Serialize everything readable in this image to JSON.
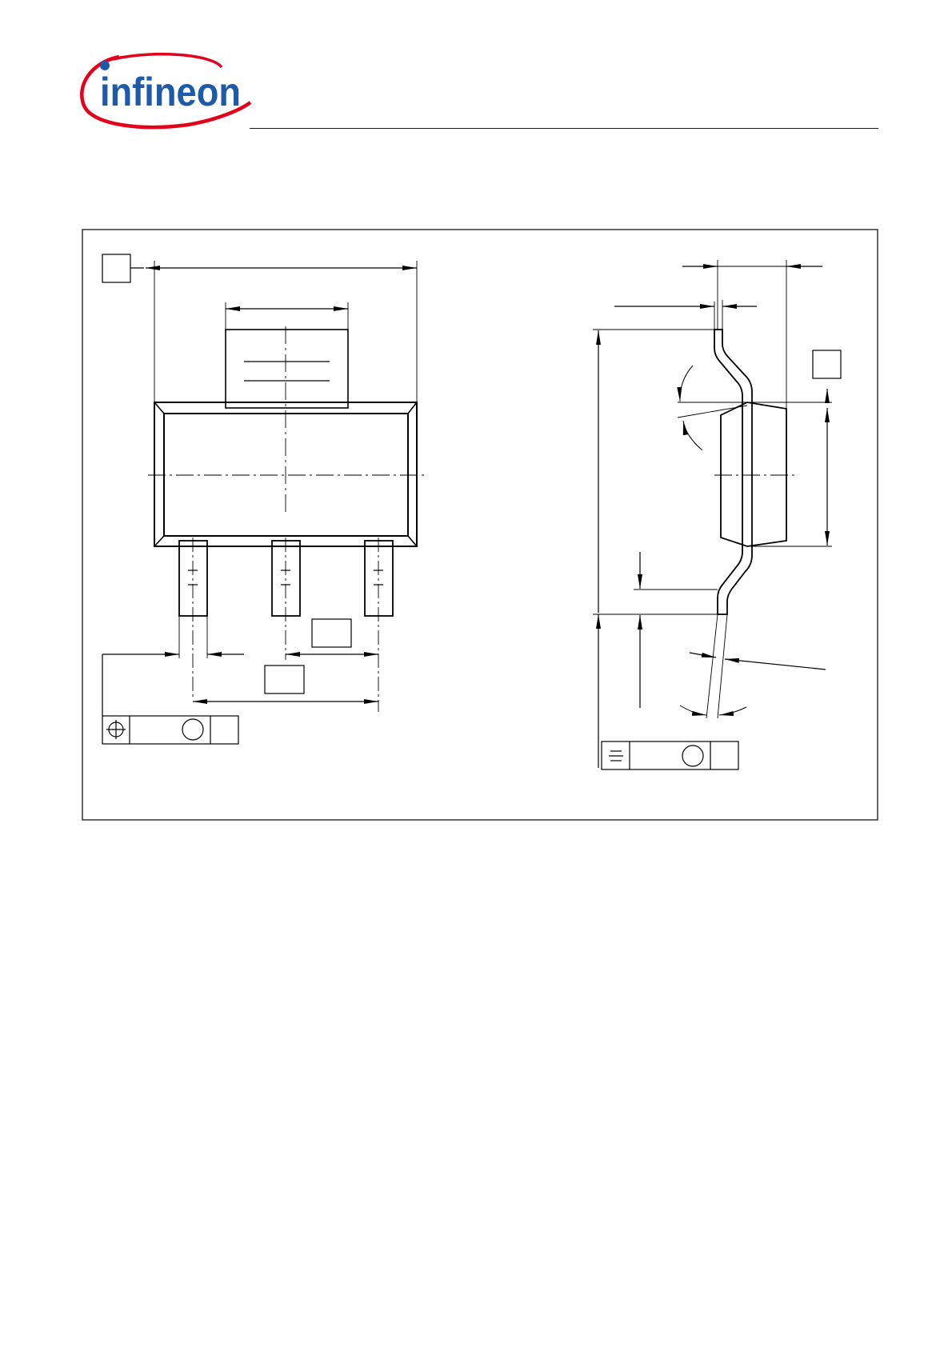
{
  "header": {
    "logo": {
      "text": "infineon",
      "wordmark_color": "#1d5ba8",
      "swoosh_color": "#e2001a"
    }
  },
  "drawing": {
    "line_color": "#000000",
    "views": [
      "top-view",
      "side-view"
    ]
  }
}
